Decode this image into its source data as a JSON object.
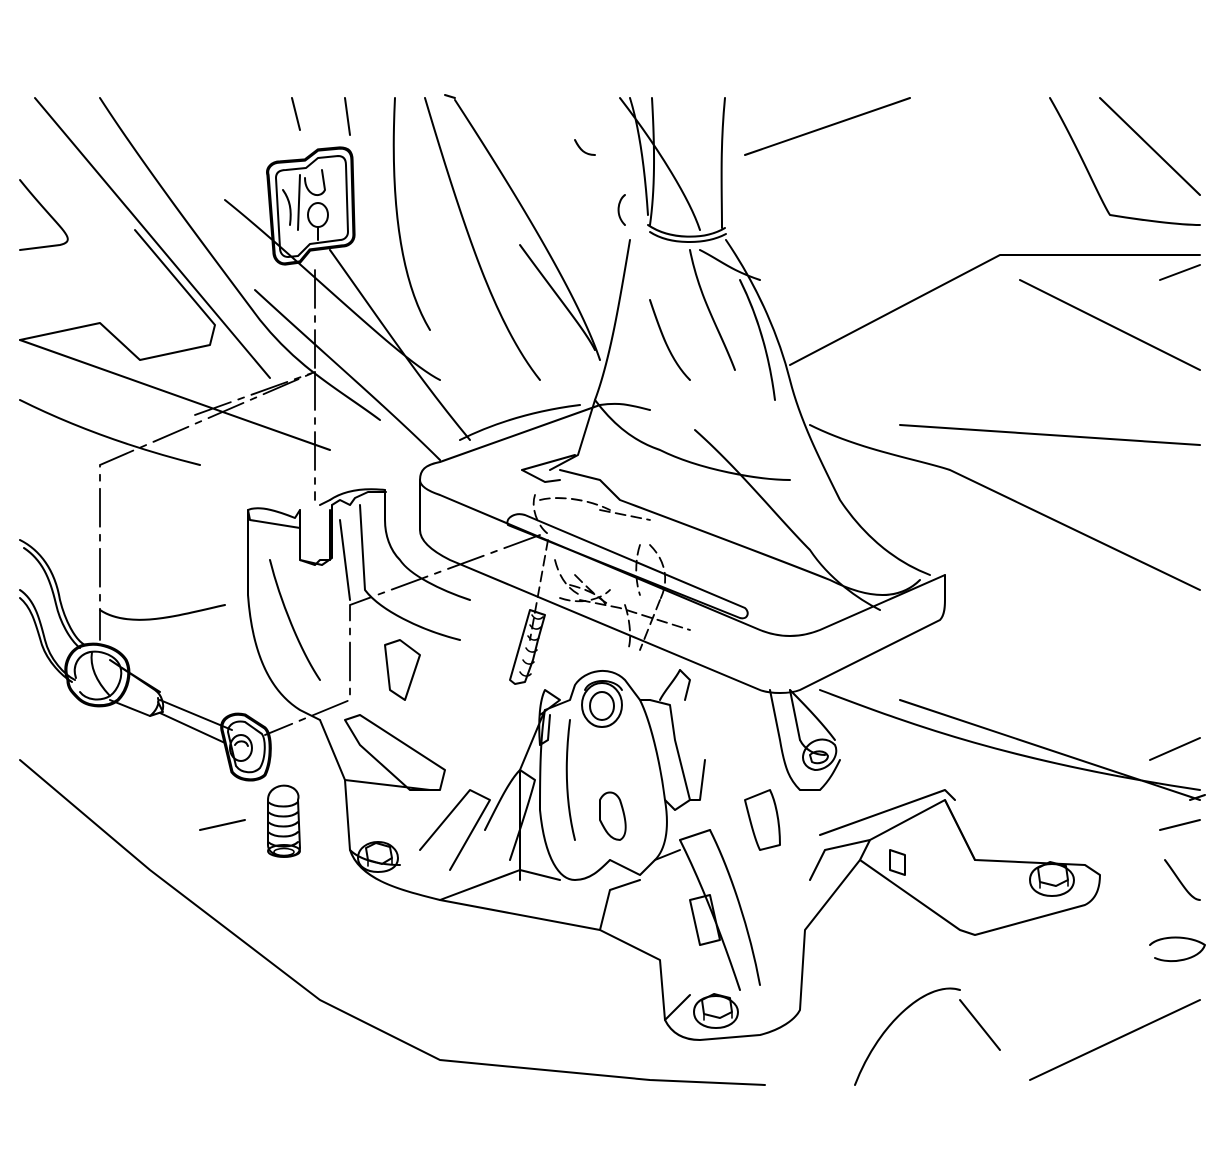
{
  "figure": {
    "type": "exploded line drawing",
    "style": "black on white",
    "colors": {
      "line": "#000000",
      "background": "#ffffff"
    }
  },
  "parts": [
    {
      "name": "cable-retainer-clip",
      "label": ""
    },
    {
      "name": "shift-cable",
      "label": ""
    },
    {
      "name": "shift-control-base",
      "label": ""
    },
    {
      "name": "shift-boot",
      "label": ""
    },
    {
      "name": "bezel-trim-plate",
      "label": ""
    },
    {
      "name": "cable-bracket",
      "label": ""
    },
    {
      "name": "pivot-pin",
      "label": ""
    },
    {
      "name": "mounting-nuts",
      "label": ""
    }
  ]
}
